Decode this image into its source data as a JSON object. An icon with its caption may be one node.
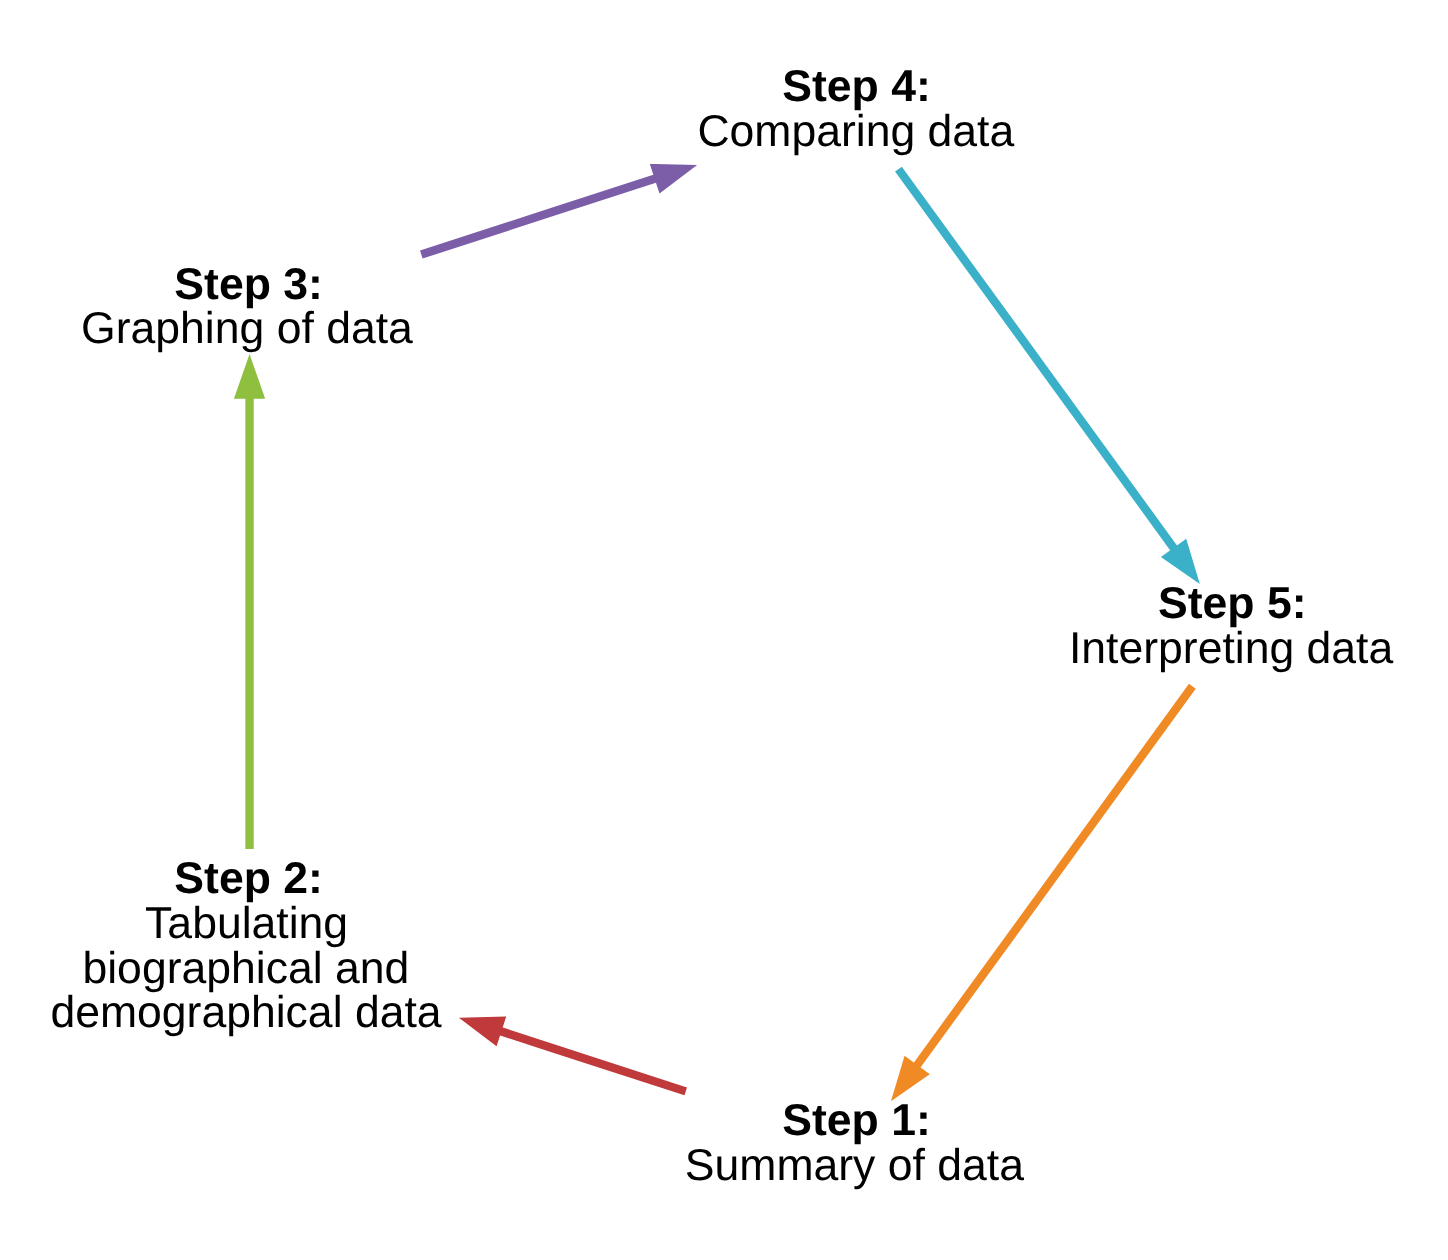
{
  "diagram": {
    "nodes": [
      {
        "text": [
          "Step 1:",
          "Summary of data"
        ]
      },
      {
        "text": [
          "Step 2:",
          "Tabulating biographical and demographical data"
        ]
      },
      {
        "text": [
          "Step 3:",
          "Graphing of data"
        ]
      },
      {
        "text": [
          "Step 4:",
          "Comparing data"
        ]
      },
      {
        "text": [
          "Step 5:",
          "Interpreting data"
        ]
      }
    ],
    "edges": [
      {
        "from": 0,
        "to": 1,
        "arrow": "to",
        "color": "#c0393b"
      },
      {
        "from": 1,
        "to": 2,
        "arrow": "to",
        "color": "#8fbf3f"
      },
      {
        "from": 2,
        "to": 3,
        "arrow": "to",
        "color": "#7b5ea7"
      },
      {
        "from": 3,
        "to": 4,
        "arrow": "to",
        "color": "#3bb0c9"
      },
      {
        "from": 4,
        "to": 0,
        "arrow": "to",
        "color": "#f08a24"
      }
    ]
  }
}
